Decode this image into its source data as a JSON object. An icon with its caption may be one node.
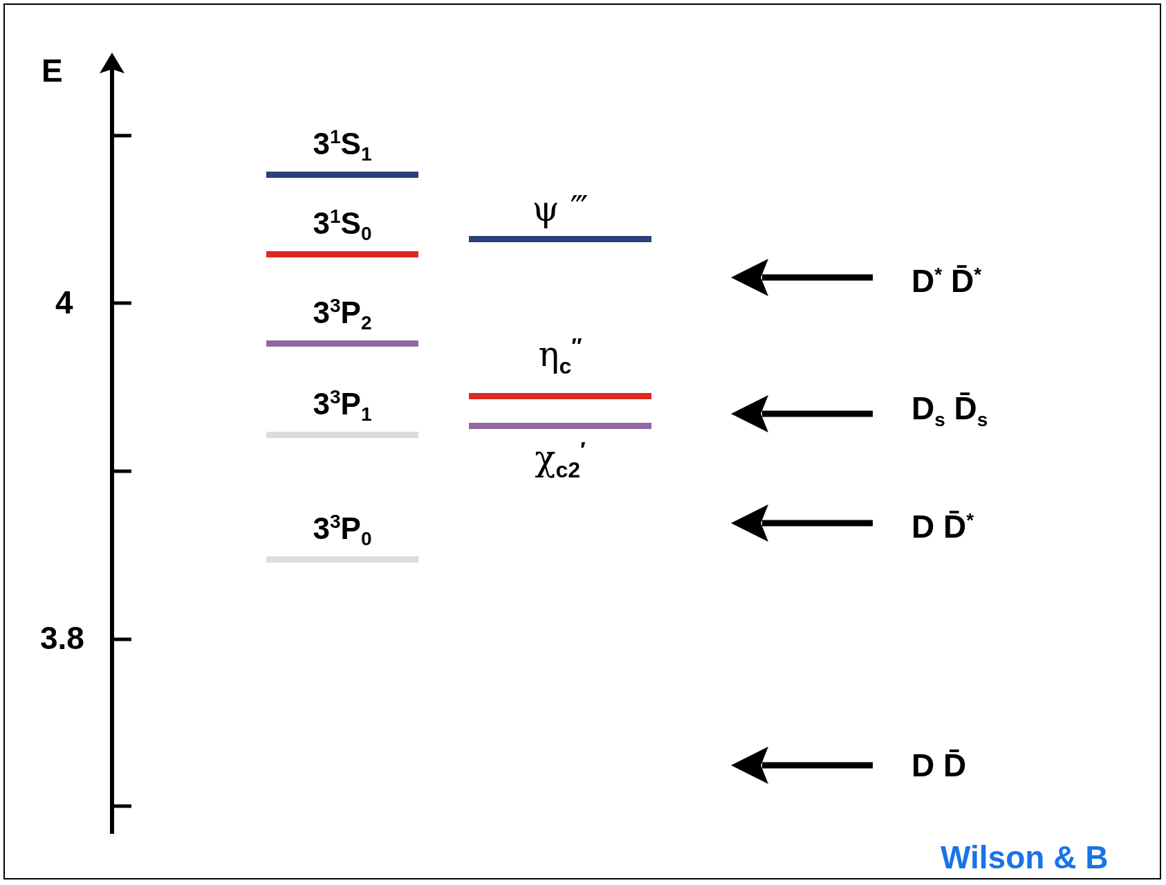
{
  "diagram": {
    "nodes": [
      {
        "text": [
          "3$^{1}$S$_{1}$"
        ]
      },
      {
        "text": [
          "3$^{1}$S$_{0}$"
        ]
      },
      {
        "text": [
          "3$^{3}$P$_{2}$"
        ]
      },
      {
        "text": [
          "3$^{3}$P$_{1}$"
        ]
      },
      {
        "text": [
          "3$^{3}$P$_{0}$"
        ]
      },
      {
        "text": [
          "ψ ‴"
        ]
      },
      {
        "text": [
          "η$_{c}$$^{″}$"
        ]
      },
      {
        "text": [
          "χ$_{c2}$$^{′}$"
        ]
      },
      {
        "text": [
          "D$^{*}$ D̄$^{*}$"
        ]
      },
      {
        "text": [
          "D$_{s}$ D̄$_{s}$"
        ]
      },
      {
        "text": [
          "D D̄$^{*}$"
        ]
      },
      {
        "text": [
          "D D̄"
        ]
      }
    ],
    "edges": [
      {
        "from": 8,
        "to": null,
        "arrow": "to"
      },
      {
        "from": 9,
        "to": null,
        "arrow": "to"
      },
      {
        "from": 10,
        "to": null,
        "arrow": "to"
      },
      {
        "from": 11,
        "to": null,
        "arrow": "to"
      }
    ],
    "labels": [
      "E",
      "4",
      "3.8",
      "Wilson & B"
    ]
  }
}
